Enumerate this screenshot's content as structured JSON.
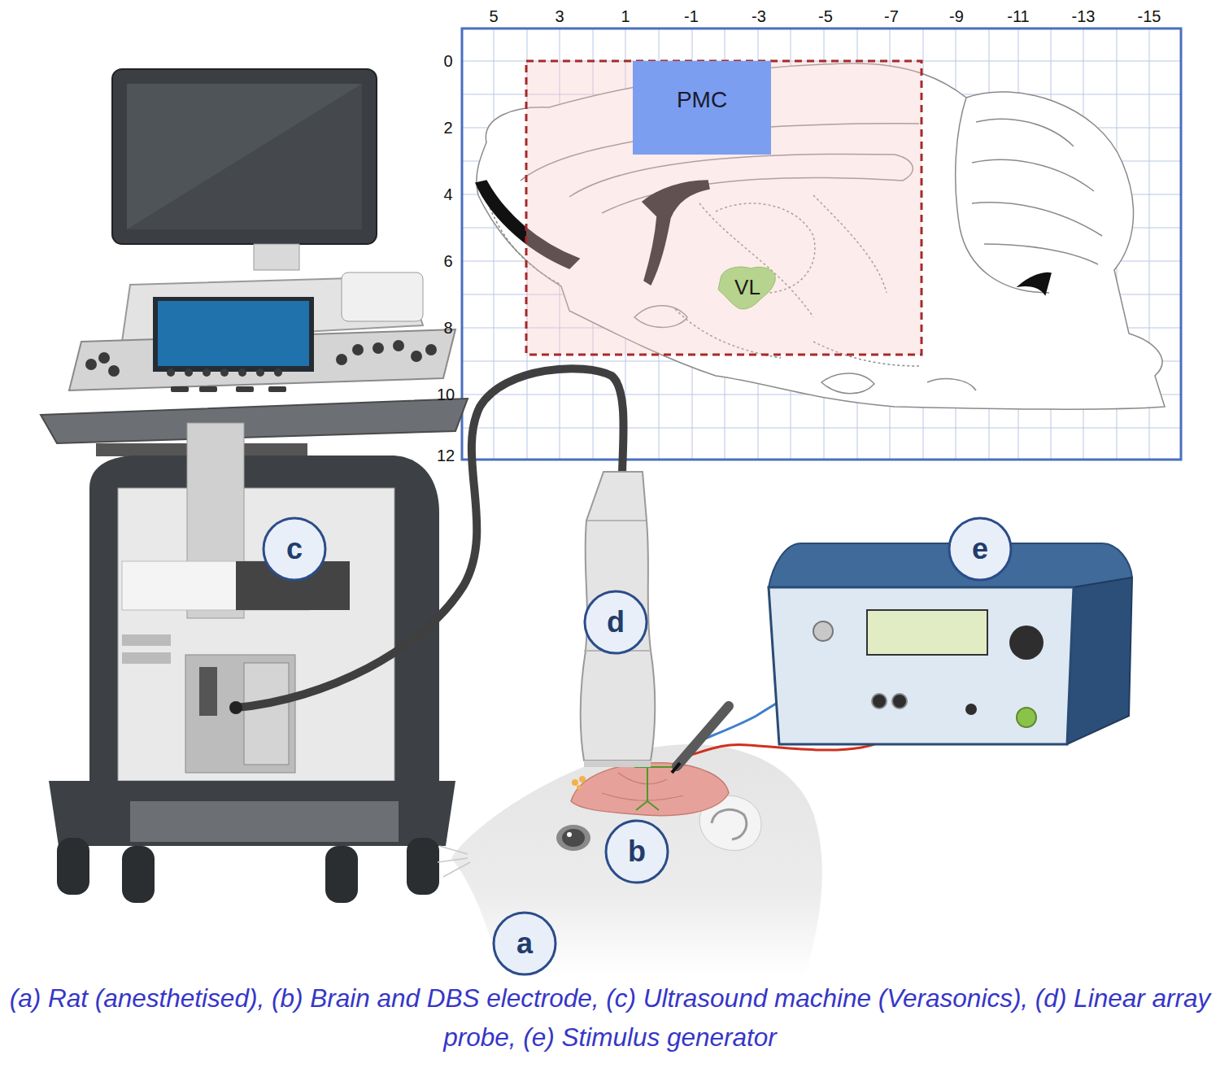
{
  "diagram": {
    "caption": "(a) Rat (anesthetised), (b) Brain and DBS electrode, (c) Ultrasound machine (Verasonics), (d) Linear array probe, (e) Stimulus generator",
    "nodes": [
      {
        "text": [
          "PMC"
        ]
      },
      {
        "text": [
          "VL"
        ]
      },
      {
        "text": [
          "c"
        ]
      },
      {
        "text": [
          "e"
        ]
      },
      {
        "text": [
          "d"
        ]
      },
      {
        "text": [
          "b"
        ]
      },
      {
        "text": [
          "a"
        ]
      }
    ],
    "labels": [
      "5",
      "3",
      "1",
      "-1",
      "-3",
      "-5",
      "-7",
      "-9",
      "-11",
      "-13",
      "-15",
      "0",
      "2",
      "4",
      "6",
      "8",
      "10",
      "12"
    ]
  }
}
